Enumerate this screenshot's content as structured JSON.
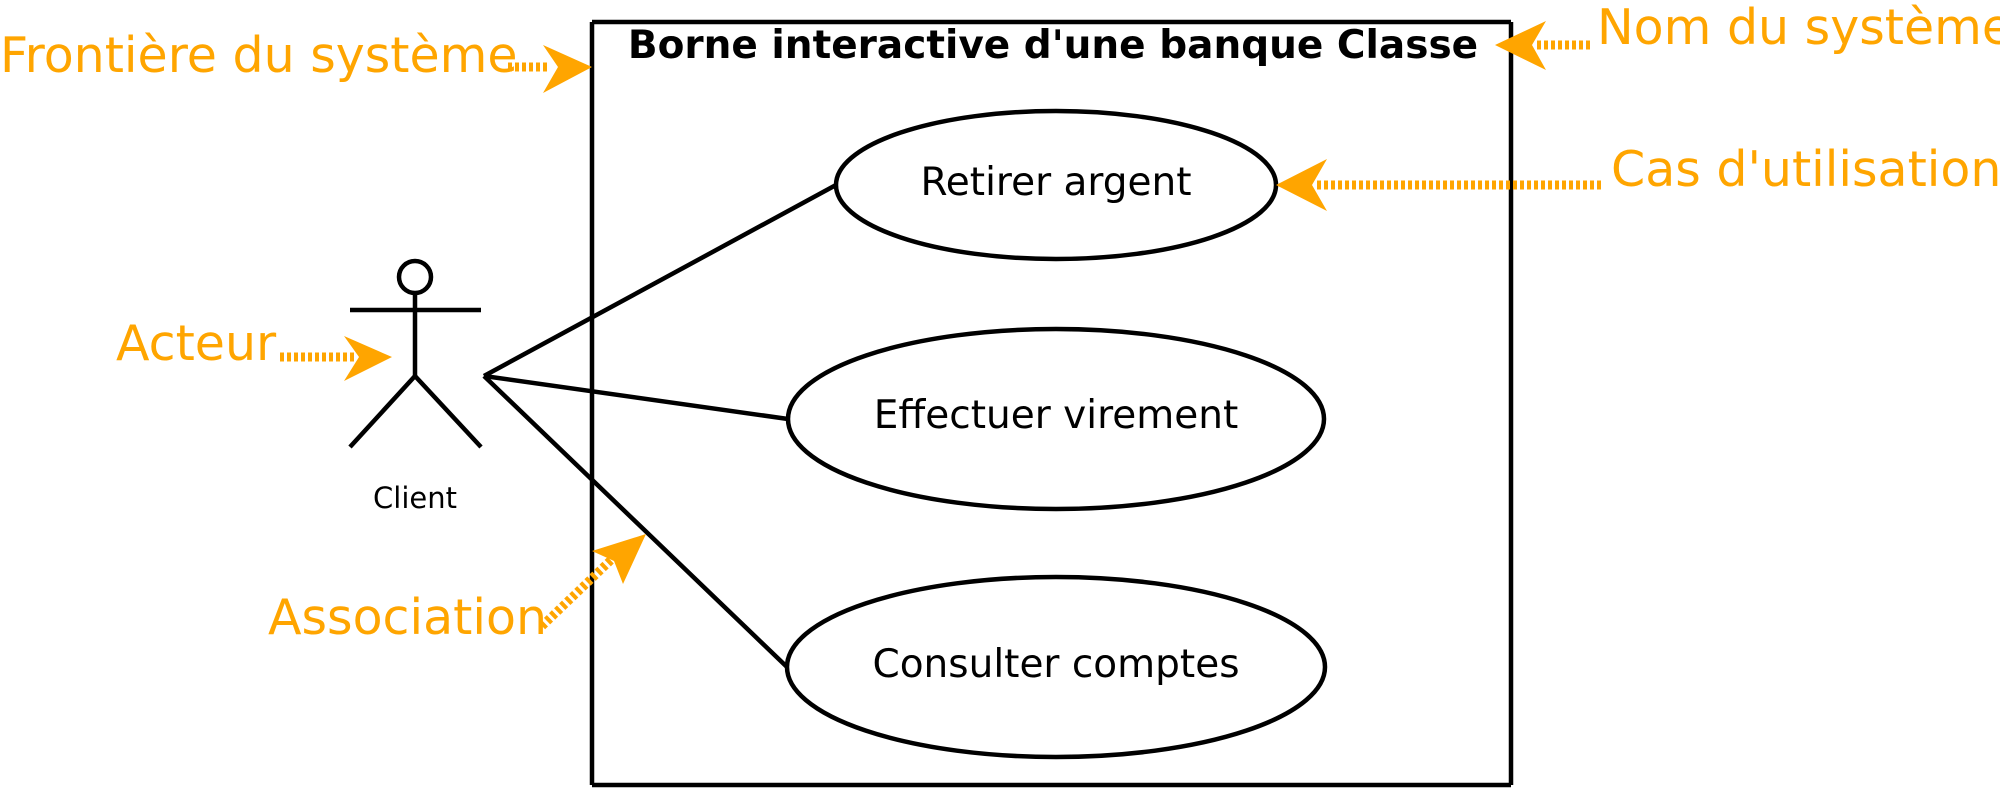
{
  "diagram": {
    "system_name": "Borne interactive d'une banque Classe",
    "actor": {
      "name": "Client"
    },
    "use_cases": [
      "Retirer argent",
      "Effectuer virement",
      "Consulter comptes"
    ],
    "annotations": {
      "boundary": "Frontière du système",
      "system_name": "Nom du système",
      "use_case": "Cas d'utilisation",
      "actor": "Acteur",
      "association": "Association"
    },
    "colors": {
      "annotation": "#FFA500",
      "lines": "#000000"
    }
  }
}
